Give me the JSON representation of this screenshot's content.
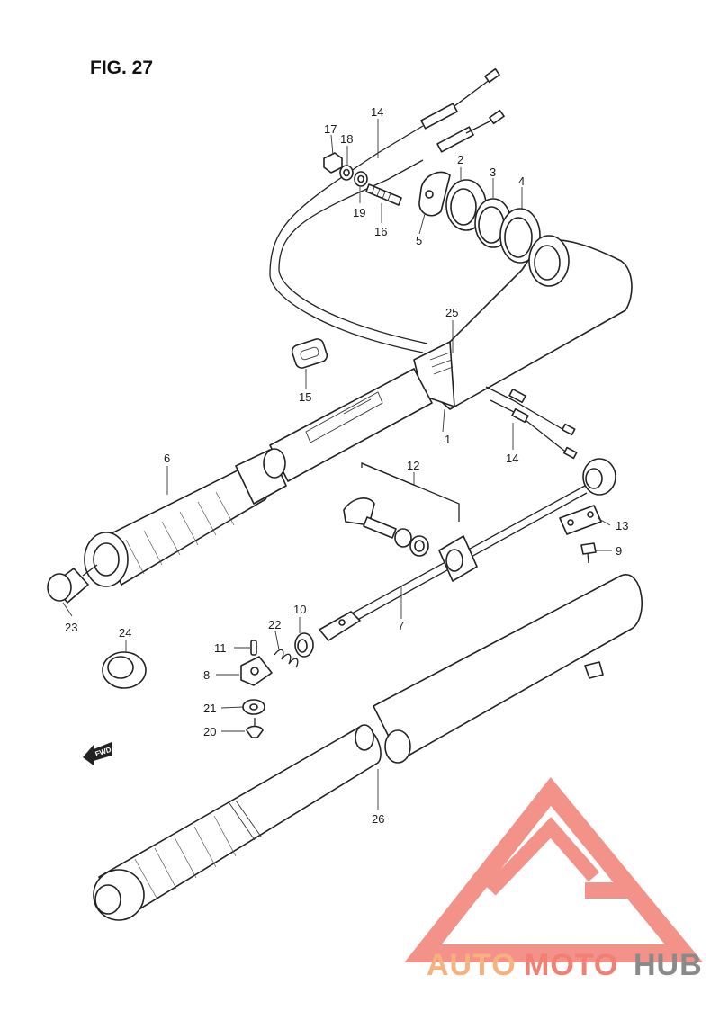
{
  "figure": {
    "title": "FIG. 27"
  },
  "fwd_label": "FWD",
  "watermark": {
    "left": "AUTO",
    "middle": "MOTO",
    "right": "HUB"
  },
  "colors": {
    "ink": "#222222",
    "watermark_red": "#f07f74",
    "watermark_orange": "#f6b17f",
    "watermark_grey": "#8a8a8a"
  },
  "callouts": {
    "c1": "1",
    "c2": "2",
    "c3": "3",
    "c4": "4",
    "c5": "5",
    "c6": "6",
    "c7": "7",
    "c8": "8",
    "c9": "9",
    "c10": "10",
    "c11": "11",
    "c12": "12",
    "c13": "13",
    "c14a": "14",
    "c14b": "14",
    "c15": "15",
    "c16": "16",
    "c17": "17",
    "c18": "18",
    "c19": "19",
    "c20": "20",
    "c21": "21",
    "c22": "22",
    "c23": "23",
    "c24": "24",
    "c25": "25",
    "c26": "26"
  }
}
